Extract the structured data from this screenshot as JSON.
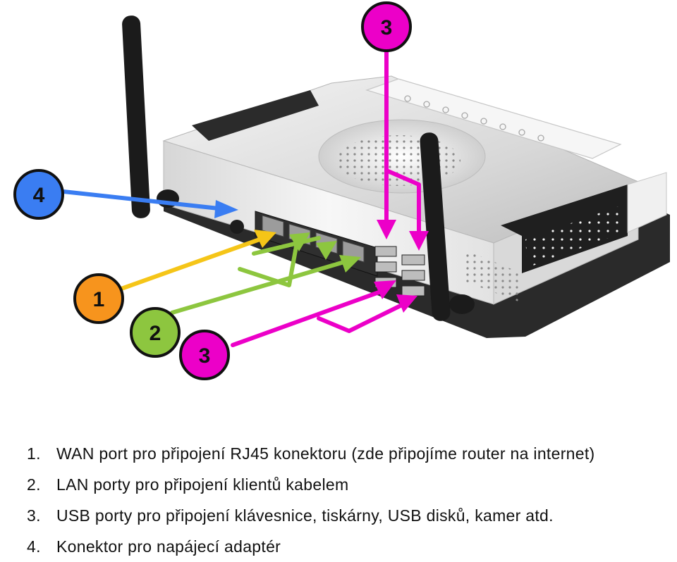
{
  "badges": [
    {
      "id": "1",
      "label": "1",
      "color": "#f7941d"
    },
    {
      "id": "2",
      "label": "2",
      "color": "#8dc63f"
    },
    {
      "id": "3a",
      "label": "3",
      "color": "#ec00c8"
    },
    {
      "id": "3b",
      "label": "3",
      "color": "#ec00c8"
    },
    {
      "id": "4",
      "label": "4",
      "color": "#3a7df2"
    }
  ],
  "legend": [
    {
      "number": "1.",
      "text": "WAN port pro připojení RJ45 konektoru (zde připojíme router na internet)"
    },
    {
      "number": "2.",
      "text": "LAN porty pro připojení klientů kabelem"
    },
    {
      "number": "3.",
      "text": "USB porty pro připojení klávesnice, tiskárny, USB disků, kamer atd."
    },
    {
      "number": "4.",
      "text": "Konektor pro napájecí adaptér"
    }
  ]
}
